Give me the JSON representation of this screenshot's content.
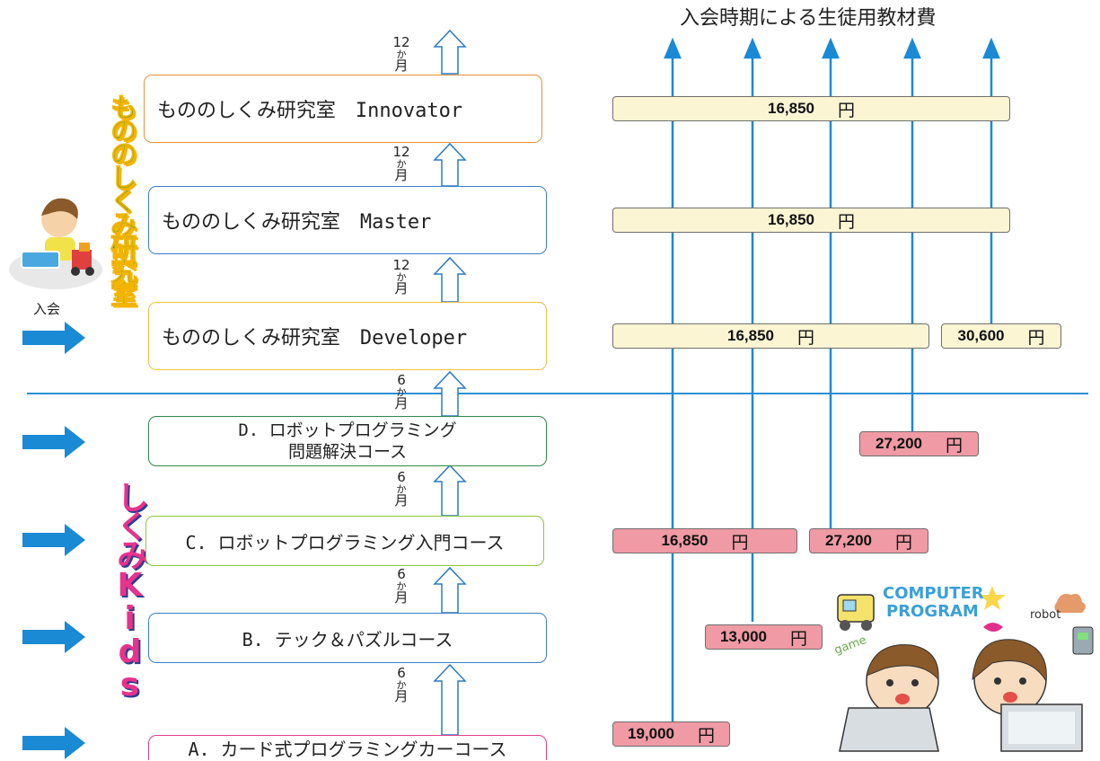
{
  "header": {
    "title": "入会時期による生徒用教材費"
  },
  "left": {
    "enroll_label": "入会"
  },
  "series": {
    "monoshikumi": "もののしくみ研究室",
    "kids": "しくみKids"
  },
  "courses": [
    {
      "label": "もののしくみ研究室　Innovator"
    },
    {
      "label": "もののしくみ研究室　Master"
    },
    {
      "label": "もののしくみ研究室　Developer"
    },
    {
      "line1": "D. ロボットプログラミング",
      "line2": "問題解決コース"
    },
    {
      "label": "C. ロボットプログラミング入門コース"
    },
    {
      "label": "B. テック＆パズルコース"
    },
    {
      "label": "A. カード式プログラミングカーコース"
    }
  ],
  "durations": [
    {
      "num": "12",
      "unit": "か",
      "month": "月"
    },
    {
      "num": "12",
      "unit": "か",
      "month": "月"
    },
    {
      "num": "12",
      "unit": "か",
      "month": "月"
    },
    {
      "num": "6",
      "unit": "か",
      "month": "月"
    },
    {
      "num": "6",
      "unit": "か",
      "month": "月"
    },
    {
      "num": "6",
      "unit": "か",
      "month": "月"
    },
    {
      "num": "6",
      "unit": "か",
      "month": "月"
    }
  ],
  "prices": [
    {
      "amount": "16,850",
      "unit": "円"
    },
    {
      "amount": "16,850",
      "unit": "円"
    },
    {
      "amount": "16,850",
      "unit": "円"
    },
    {
      "amount": "30,600",
      "unit": "円"
    },
    {
      "amount": "27,200",
      "unit": "円"
    },
    {
      "amount": "16,850",
      "unit": "円"
    },
    {
      "amount": "27,200",
      "unit": "円"
    },
    {
      "amount": "13,000",
      "unit": "円"
    },
    {
      "amount": "19,000",
      "unit": "円"
    }
  ],
  "illustration": {
    "title_line1": "COMPUTER",
    "title_line2": "PROGRAM",
    "word1": "robot",
    "word2": "game"
  },
  "colors": {
    "blue": "#1a8ad4",
    "divider": "#2d8fd5",
    "yellow_fill": "#fbf5d4",
    "pink_fill": "#ef9aa4",
    "green_title": "#2f9a3a",
    "yellow_title": "#f3b400",
    "kids_pink": "#e8328c",
    "kids_navy": "#2b3d8f"
  }
}
